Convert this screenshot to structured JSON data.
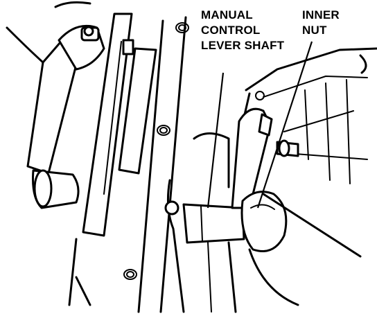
{
  "callouts": {
    "manual_control_lever_shaft": {
      "lines": [
        "MANUAL",
        "CONTROL",
        "LEVER SHAFT"
      ]
    },
    "inner_nut": {
      "lines": [
        "INNER",
        "NUT"
      ]
    }
  },
  "colors": {
    "ink": "#000000",
    "paper": "#ffffff"
  }
}
